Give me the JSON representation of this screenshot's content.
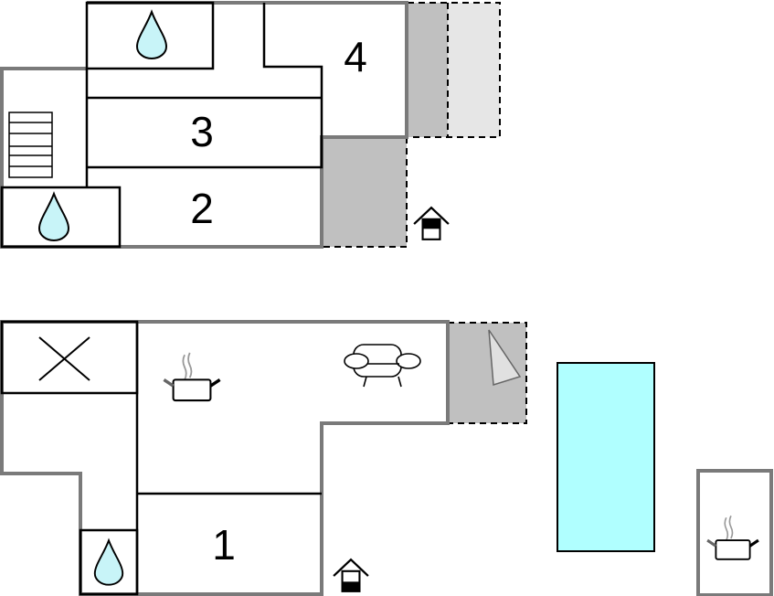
{
  "rooms": {
    "room1": "1",
    "room2": "2",
    "room3": "3",
    "room4": "4"
  },
  "colors": {
    "terrace": "#c0c0c0",
    "terrace_light": "#e6e6e6",
    "pool": "#b0ffff",
    "water": "#c8f4f8",
    "wall": "#7a7a7a"
  },
  "icons": [
    "water-drop-icon",
    "stairs-icon",
    "entrance-icon",
    "kitchen-pot-icon",
    "sofa-icon",
    "sun-lounger-icon",
    "open-space-x-icon"
  ]
}
